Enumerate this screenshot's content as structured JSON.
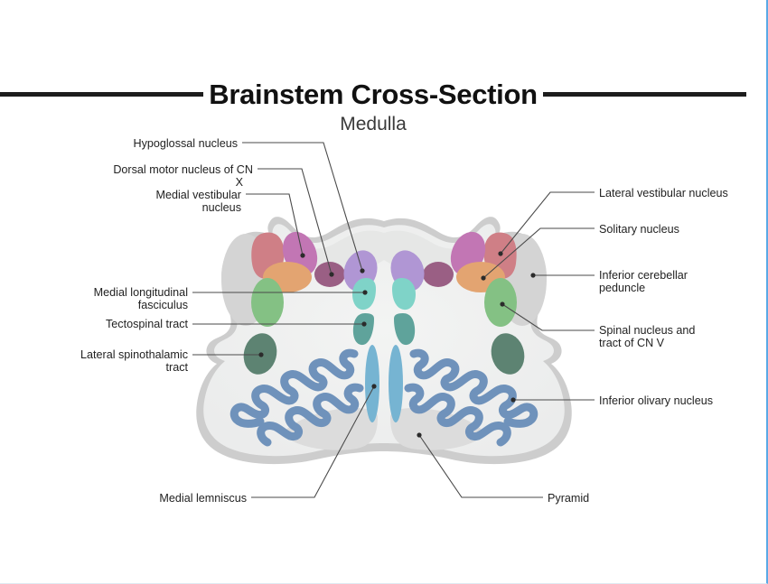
{
  "header": {
    "title": "Brainstem Cross-Section",
    "subtitle": "Medulla"
  },
  "labels": {
    "hypoglossal_nucleus": "Hypoglossal nucleus",
    "dorsal_motor_nucleus_line1": "Dorsal motor nucleus of CN",
    "dorsal_motor_nucleus_line2": "X",
    "medial_vestibular_line1": "Medial vestibular",
    "medial_vestibular_line2": "nucleus",
    "mlf_line1": "Medial longitudinal",
    "mlf_line2": "fasciculus",
    "tectospinal_tract": "Tectospinal tract",
    "lateral_spinothalamic_line1": "Lateral spinothalamic",
    "lateral_spinothalamic_line2": "tract",
    "lateral_vestibular_nucleus": "Lateral vestibular nucleus",
    "solitary_nucleus": "Solitary nucleus",
    "inferior_cerebellar_peduncle_line1": "Inferior cerebellar",
    "inferior_cerebellar_peduncle_line2": "peduncle",
    "spinal_nucleus_cn_v_line1": "Spinal nucleus and",
    "spinal_nucleus_cn_v_line2": "tract of CN V",
    "inferior_olivary_nucleus": "Inferior olivary nucleus",
    "medial_lemniscus": "Medial lemniscus",
    "pyramid": "Pyramid"
  },
  "colors": {
    "page_background": "#ffffff",
    "accent_border": "#5aa9e6",
    "title_rule": "#1d1d1d",
    "title_text": "#111111",
    "subtitle_text": "#3a3a3a",
    "label_text": "#222222",
    "leader_line": "#4a4a4a",
    "medulla_outer_rim": "#cdcdcd",
    "medulla_body": "#eff0ef",
    "medulla_inner_shadow": "#dedede",
    "inferior_cerebellar_peduncle": "#d4d4d4",
    "pyramid": "#dcdcdc",
    "lateral_vestibular_nucleus": "#cf7f86",
    "medial_vestibular_nucleus": "#c276b4",
    "solitary_nucleus": "#e3a471",
    "dorsal_motor_nucleus": "#9a5f84",
    "hypoglossal_nucleus": "#b096d4",
    "spinal_nucleus_cn_v": "#84c184",
    "lateral_spinothalamic_tract": "#5d8372",
    "medial_longitudinal_fasciculus": "#7fd3c8",
    "tectospinal_tract": "#5fa39b",
    "inferior_olivary_nucleus": "#6f92bb",
    "medial_lemniscus": "#76b4d2"
  }
}
